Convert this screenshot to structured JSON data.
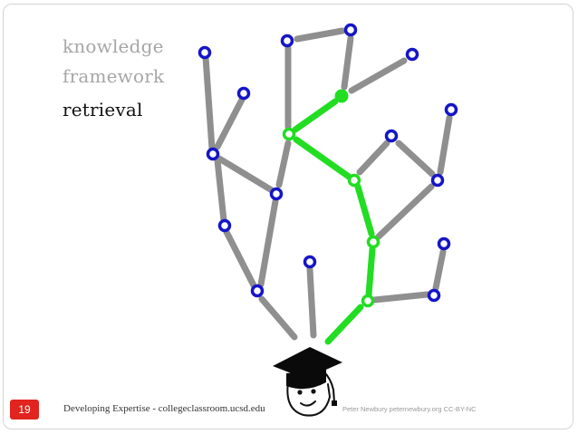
{
  "slide": {
    "title_lines": [
      "knowledge",
      "framework",
      "retrieval"
    ],
    "number": "19",
    "footer": "Developing Expertise - collegeclassroom.ucsd.edu",
    "credit": "Peter Newbury peternewbury.org CC-BY-NC"
  },
  "colors": {
    "node_blue": "#1515c8",
    "node_green": "#22dd22",
    "edge_gray": "#8f8f8f",
    "edge_green": "#22dd22",
    "slide_number_bg": "#e1241f"
  },
  "diagram": {
    "description_icons": [
      "graduation-cap-icon",
      "student-face-icon"
    ]
  }
}
